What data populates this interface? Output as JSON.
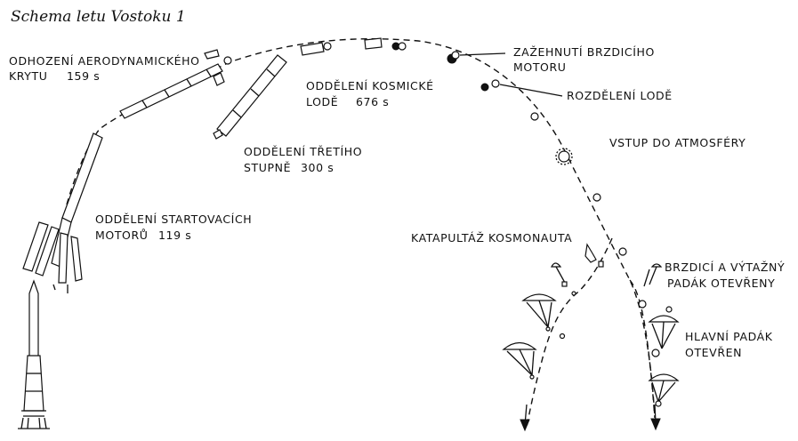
{
  "title": "Schema letu Vostoku 1",
  "labels": {
    "fairing_1": "ODHOZENÍ AERODYNAMICKÉHO",
    "fairing_2": "KRYTU",
    "fairing_time": "159 s",
    "boosters_1": "ODDĚLENÍ STARTOVACÍCH",
    "boosters_2": "MOTORŮ",
    "boosters_time": "119 s",
    "third_stage_1": "ODDĚLENÍ TŘETÍHO",
    "third_stage_2": "STUPNĚ",
    "third_stage_time": "300 s",
    "spacecraft_1": "ODDĚLENÍ KOSMICKÉ",
    "spacecraft_2": "LODĚ",
    "spacecraft_time": "676 s",
    "retro_1": "ZAŽEHNUTÍ BRZDICÍHO",
    "retro_2": "MOTORU",
    "module_split": "ROZDĚLENÍ LODĚ",
    "reentry": "VSTUP DO ATMOSFÉRY",
    "ejection": "KATAPULTÁŽ KOSMONAUTA",
    "drogue_1": "BRZDICÍ A VÝTAŽNÝ",
    "drogue_2": "PADÁK OTEVŘENY",
    "main_chute_1": "HLAVNÍ PADÁK",
    "main_chute_2": "OTEVŘEN"
  }
}
